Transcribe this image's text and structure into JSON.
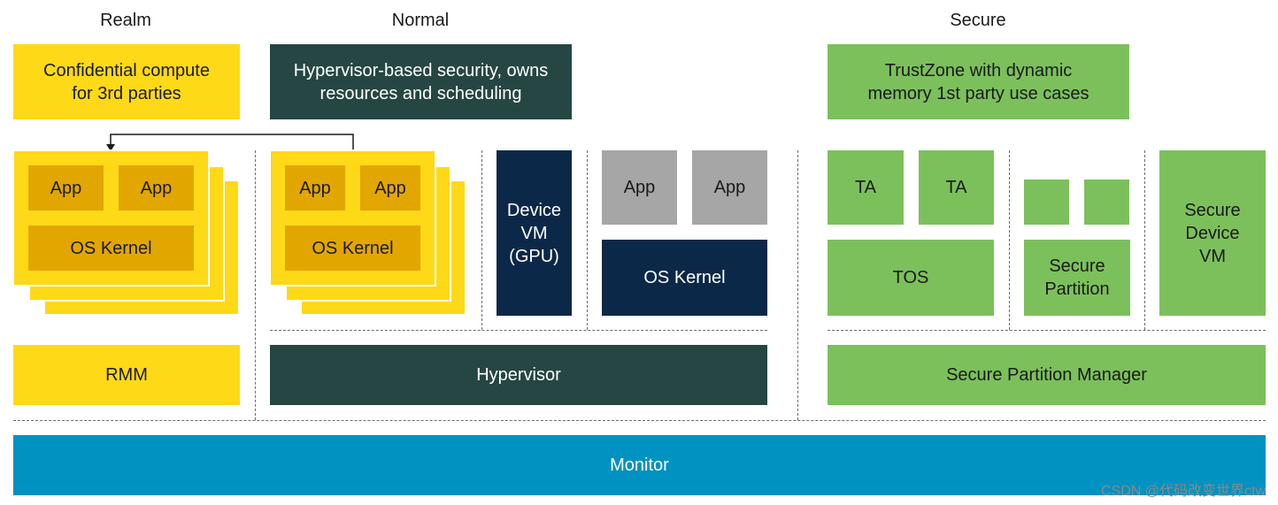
{
  "headers": {
    "realm": "Realm",
    "normal": "Normal",
    "secure": "Secure"
  },
  "realm": {
    "desc": "Confidential compute\nfor 3rd parties",
    "app1": "App",
    "app2": "App",
    "kernel": "OS Kernel",
    "rmm": "RMM"
  },
  "normal": {
    "desc": "Hypervisor-based security, owns\nresources and scheduling",
    "app1": "App",
    "app2": "App",
    "kernel": "OS Kernel",
    "device_vm": "Device\nVM\n(GPU)",
    "vm_app1": "App",
    "vm_app2": "App",
    "vm_kernel": "OS Kernel",
    "hypervisor": "Hypervisor"
  },
  "secure": {
    "desc": "TrustZone with dynamic\nmemory 1st party use cases",
    "ta1": "TA",
    "ta2": "TA",
    "tos": "TOS",
    "partition": "Secure\nPartition",
    "device_vm": "Secure\nDevice\nVM",
    "spm": "Secure Partition Manager"
  },
  "monitor": "Monitor",
  "watermark": "CSDN @代码改变世界ctw",
  "colors": {
    "realm_yellow": "#fed917",
    "realm_gold": "#e2a601",
    "normal_dark": "#264643",
    "navy": "#0c2849",
    "grey": "#a6a6a6",
    "secure_green": "#7cc05c",
    "monitor_blue": "#0092c0"
  }
}
